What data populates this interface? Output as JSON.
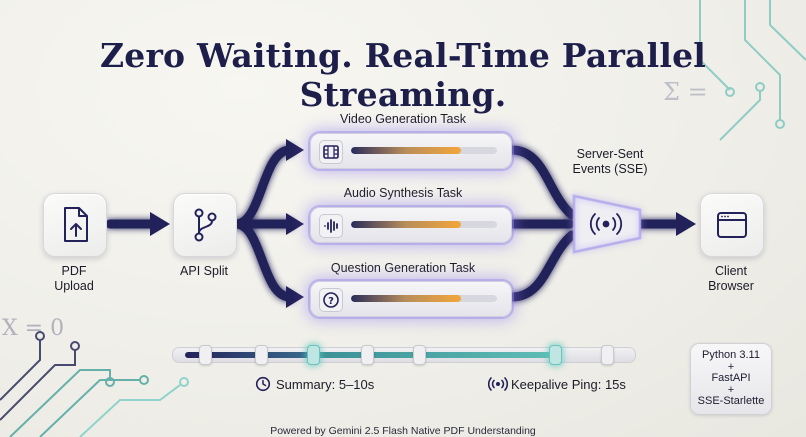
{
  "title": "Zero Waiting. Real-Time Parallel Streaming.",
  "nodes": {
    "pdf_upload": "PDF\nUpload",
    "api_split": "API Split",
    "sse": "Server-Sent\nEvents (SSE)",
    "client_browser": "Client\nBrowser"
  },
  "tasks": [
    {
      "label": "Video Generation Task",
      "icon": "film-icon",
      "progress": 0.75
    },
    {
      "label": "Audio Synthesis Task",
      "icon": "waveform-icon",
      "progress": 0.75
    },
    {
      "label": "Question Generation Task",
      "icon": "question-icon",
      "progress": 0.75
    }
  ],
  "summary": "Summary: 5–10s",
  "keepalive": "Keepalive Ping: 15s",
  "stack": [
    "Python 3.11",
    "+",
    "FastAPI",
    "+",
    "SSE-Starlette"
  ],
  "footer": "Powered by Gemini 2.5 Flash Native PDF Understanding",
  "decor": {
    "formula_x": "X = 0",
    "formula_sigma": "Σ ="
  },
  "colors": {
    "arrow": "#23215a",
    "glow": "#9b8cf0",
    "accent_orange": "#f3a63a",
    "accent_teal": "#5fbdb5",
    "title": "#1d1f4a"
  }
}
